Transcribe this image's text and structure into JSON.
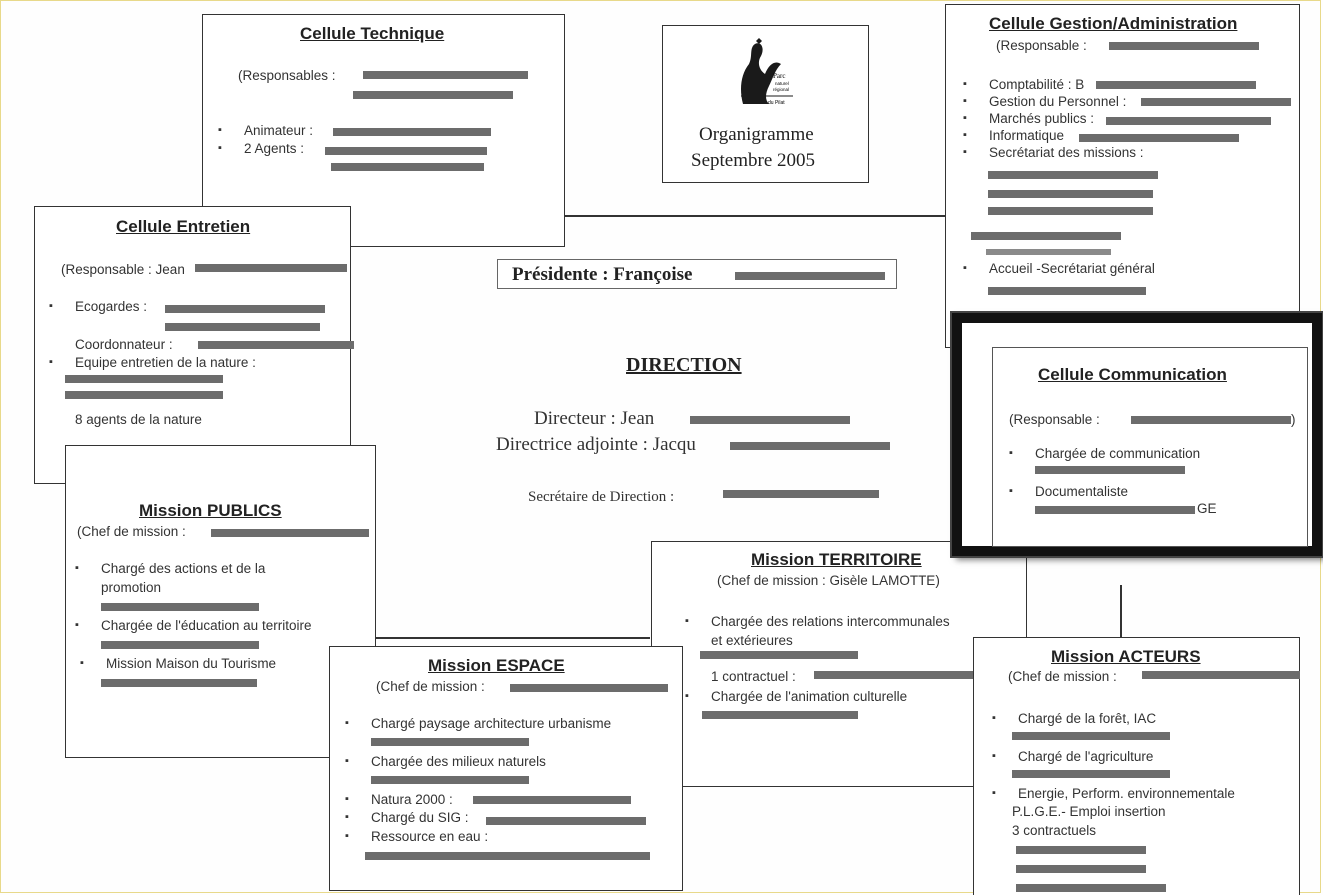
{
  "technique": {
    "title": "Cellule Technique",
    "responsables": "(Responsables :",
    "animateur": "Animateur :",
    "agents": "2 Agents :"
  },
  "logo": {
    "line1": "Parc",
    "line2": "naturel",
    "line3": "régional",
    "line4": "du Pilat"
  },
  "org": {
    "title": "Organigramme",
    "date": "Septembre 2005"
  },
  "gestion": {
    "title": "Cellule Gestion/Administration",
    "responsable": "(Responsable :",
    "items": [
      "Comptabilité : B",
      "Gestion du Personnel :",
      "Marchés publics :",
      "Informatique",
      "Secrétariat des missions :",
      "Accueil -Secrétariat général"
    ]
  },
  "entretien": {
    "title": "Cellule Entretien",
    "responsable": "(Responsable : Jean",
    "ecogardes": "Ecogardes :",
    "coordonnateur": "Coordonnateur :",
    "equipe": "Equipe entretien de la nature :",
    "agents": "8 agents de la nature"
  },
  "presidente": {
    "label": "Présidente : Françoise"
  },
  "direction": {
    "title": "DIRECTION",
    "directeur": "Directeur : Jean",
    "adjointe": "Directrice adjointe : Jacqu",
    "secretaire": "Secrétaire de Direction :"
  },
  "communication": {
    "title": "Cellule Communication",
    "responsable": "(Responsable :",
    "responsable_end": ")",
    "item1": "Chargée de communication",
    "item2": "Documentaliste",
    "item2_end": "GE"
  },
  "publics": {
    "title": "Mission PUBLICS",
    "chef": "(Chef de mission :",
    "item1a": "Chargé des actions et de la",
    "item1b": "promotion",
    "item2": "Chargée de l'éducation au territoire",
    "item3": "Mission Maison du Tourisme"
  },
  "territoire": {
    "title": "Mission TERRITOIRE",
    "chef": "(Chef de mission : Gisèle LAMOTTE)",
    "item1a": "Chargée des relations intercommunales",
    "item1b": "et extérieures",
    "contractuel": "1 contractuel :",
    "item2": "Chargée de l'animation culturelle"
  },
  "espace": {
    "title": "Mission ESPACE",
    "chef": "(Chef de mission :",
    "item1": "Chargé paysage architecture urbanisme",
    "item2": "Chargée des milieux naturels",
    "item3": "Natura 2000 :",
    "item4": "Chargé du SIG :",
    "item5": "Ressource en eau :"
  },
  "acteurs": {
    "title": "Mission ACTEURS",
    "chef": "(Chef de mission :",
    "item1": "Chargé de la forêt, IAC",
    "item2": "Chargé de l'agriculture",
    "item3": "Energie, Perform. environnementale",
    "item3b": "P.L.G.E.- Emploi insertion",
    "item3c": "3 contractuels"
  }
}
